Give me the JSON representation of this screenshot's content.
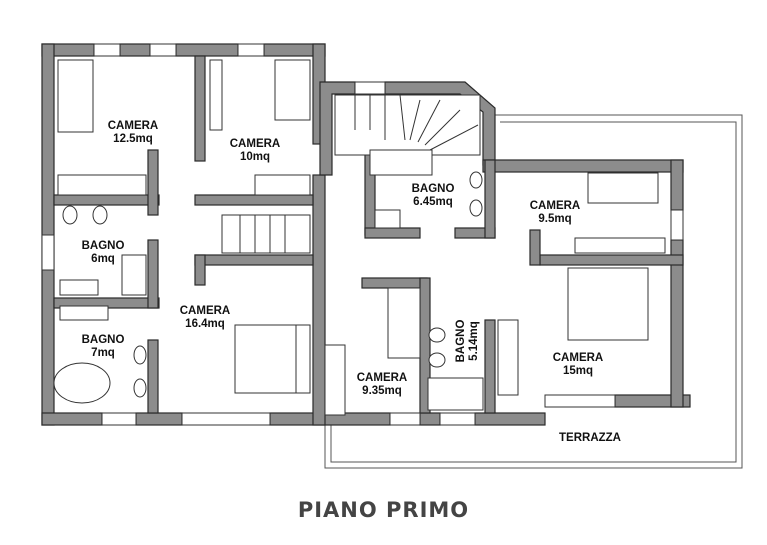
{
  "rooms": [
    {
      "name": "CAMERA",
      "area": "12.5mq"
    },
    {
      "name": "CAMERA",
      "area": "10mq"
    },
    {
      "name": "BAGNO",
      "area": "6.45mq"
    },
    {
      "name": "CAMERA",
      "area": "9.5mq"
    },
    {
      "name": "BAGNO",
      "area": "6mq"
    },
    {
      "name": "CAMERA",
      "area": "16.4mq"
    },
    {
      "name": "BAGNO",
      "area": "7mq"
    },
    {
      "name": "BAGNO",
      "area": "5.14mq"
    },
    {
      "name": "CAMERA",
      "area": "15mq"
    },
    {
      "name": "CAMERA",
      "area": "9.35mq"
    }
  ],
  "terrace_label": "TERRAZZA",
  "plan_title": "PIANO PRIMO"
}
